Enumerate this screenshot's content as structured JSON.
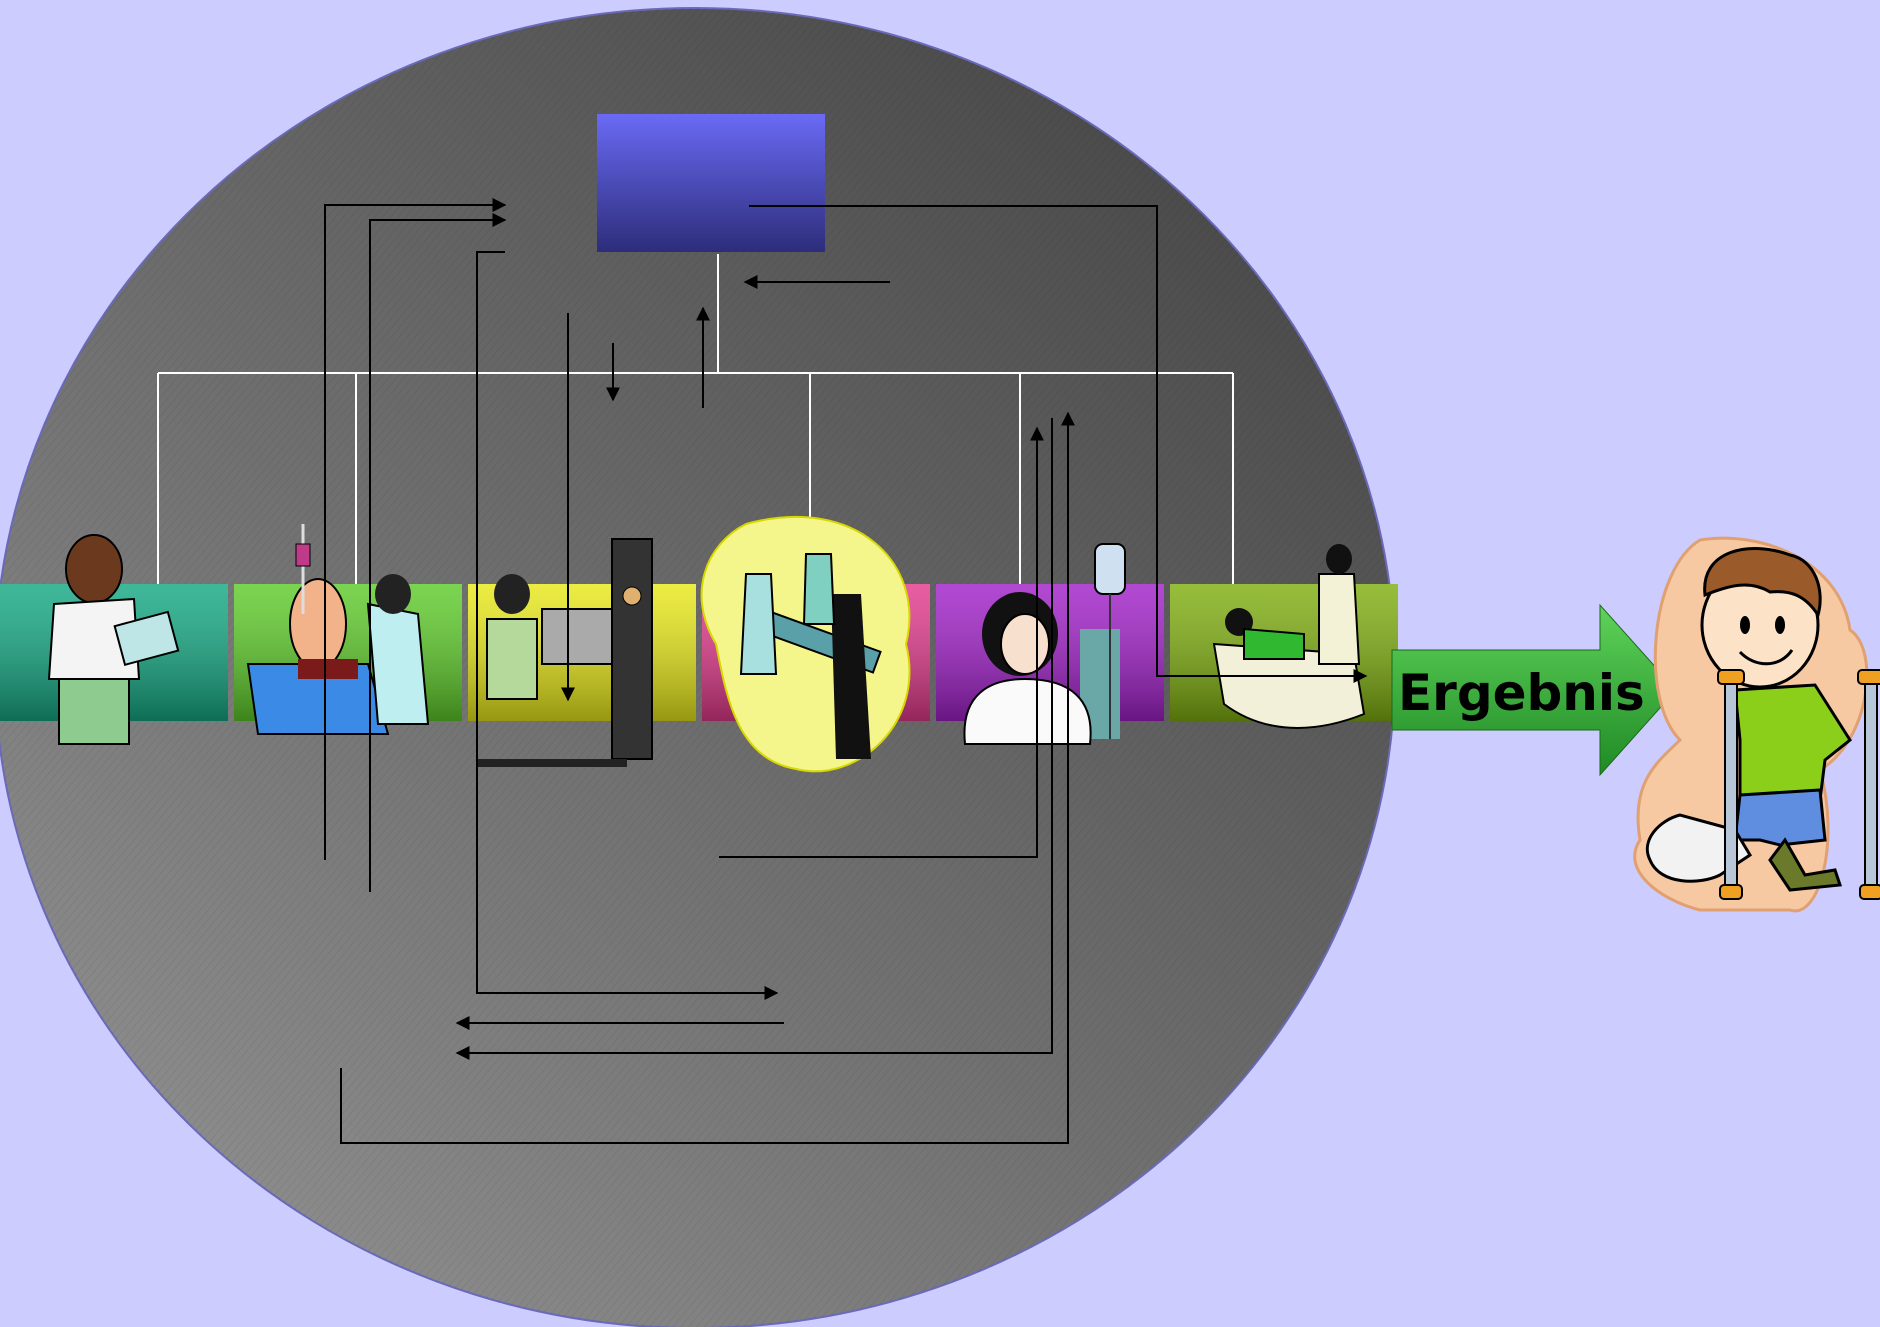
{
  "result": {
    "label": "Ergebnis"
  },
  "colors": {
    "background": "#ccccff",
    "circle_light": "#8c8c8c",
    "circle_dark": "#4a4a4a",
    "central_box_top": "#6a6af5",
    "central_box_bottom": "#2d2d7a",
    "arrow_green_light": "#5fd35a",
    "arrow_green_dark": "#1f8a25"
  },
  "process_steps": [
    {
      "name": "admission-doctor",
      "icon": "doctor-with-clipboard-icon",
      "color": "#14a882"
    },
    {
      "name": "examination",
      "icon": "patient-examination-icon",
      "color": "#5ecb2a"
    },
    {
      "name": "x-ray",
      "icon": "x-ray-patient-icon",
      "color": "#e8e81a"
    },
    {
      "name": "surgery",
      "icon": "surgery-team-icon",
      "color": "#e23a8c"
    },
    {
      "name": "nursing-infusion",
      "icon": "nurse-infusion-icon",
      "color": "#a020c8"
    },
    {
      "name": "rehabilitation",
      "icon": "physiotherapy-icon",
      "color": "#7fae10"
    }
  ],
  "outcome": {
    "icon": "boy-with-crutches-icon"
  }
}
